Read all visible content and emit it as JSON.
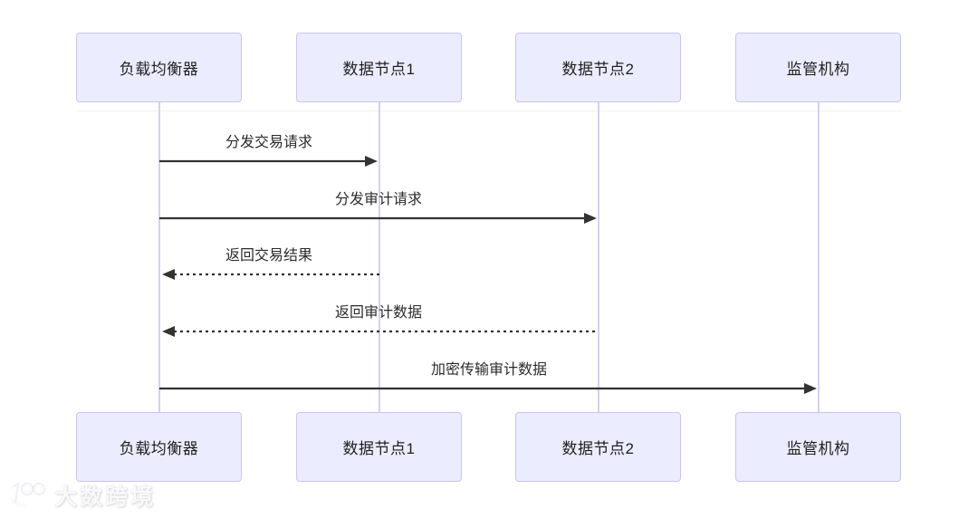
{
  "diagram": {
    "type": "sequence",
    "actors": [
      {
        "id": "load-balancer",
        "label": "负载均衡器"
      },
      {
        "id": "data-node-1",
        "label": "数据节点1"
      },
      {
        "id": "data-node-2",
        "label": "数据节点2"
      },
      {
        "id": "regulator",
        "label": "监管机构"
      }
    ],
    "messages": [
      {
        "text": "分发交易请求",
        "from": "load-balancer",
        "to": "data-node-1",
        "line": "solid",
        "direction": "right"
      },
      {
        "text": "分发审计请求",
        "from": "load-balancer",
        "to": "data-node-2",
        "line": "solid",
        "direction": "right"
      },
      {
        "text": "返回交易结果",
        "from": "data-node-1",
        "to": "load-balancer",
        "line": "dashed",
        "direction": "left"
      },
      {
        "text": "返回审计数据",
        "from": "data-node-2",
        "to": "load-balancer",
        "line": "dashed",
        "direction": "left"
      },
      {
        "text": "加密传输审计数据",
        "from": "load-balancer",
        "to": "regulator",
        "line": "solid",
        "direction": "right"
      }
    ],
    "colors": {
      "actor_fill": "#ececff",
      "actor_border": "#c9c4f0",
      "lifeline": "#d5d0ee",
      "arrow": "#333333",
      "label_text": "#2b2b2b",
      "background": "#ffffff"
    }
  },
  "watermark": {
    "logo": "100",
    "brand": "大数跨境"
  }
}
